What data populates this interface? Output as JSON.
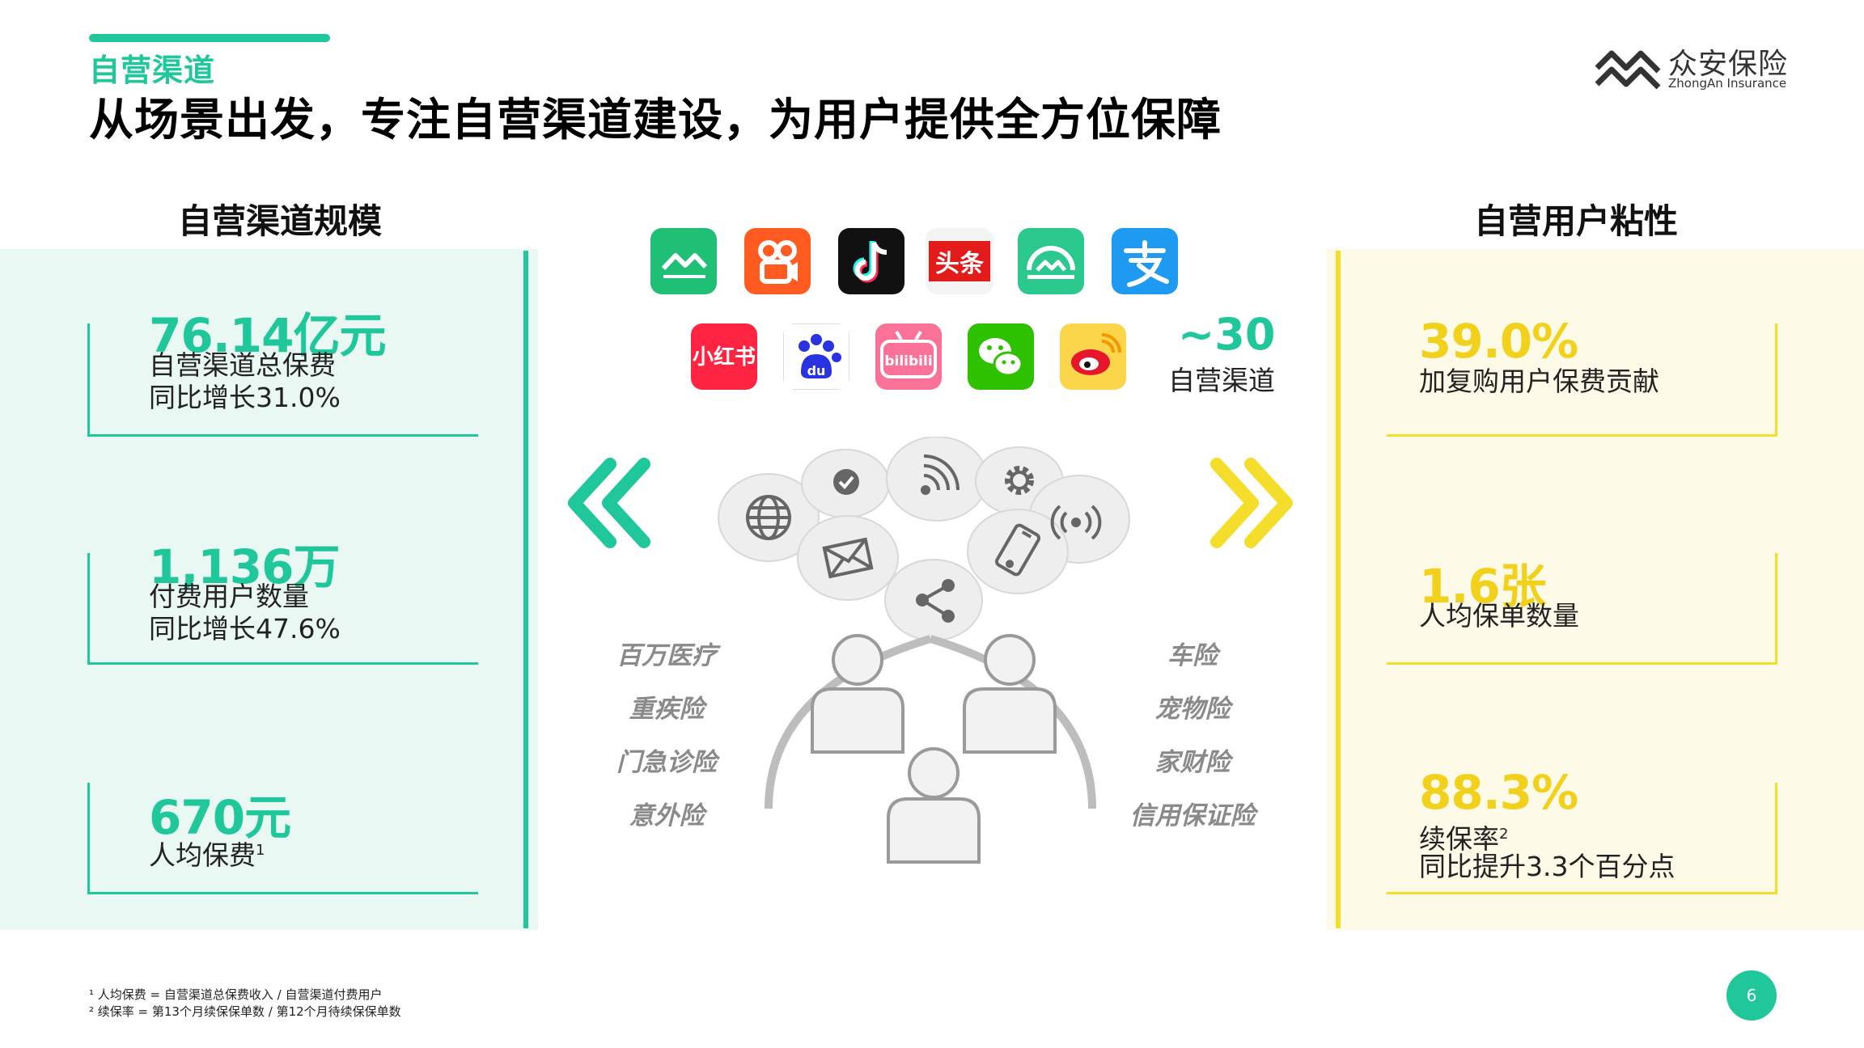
{
  "header": {
    "section_tag": "自营渠道",
    "title": "从场景出发，专注自营渠道建设，为用户提供全方位保障"
  },
  "logo": {
    "name_zh": "众安保险",
    "name_en": "ZhongAn Insurance"
  },
  "left": {
    "heading": "自营渠道规模",
    "stats": [
      {
        "value": "76.14亿元",
        "label1": "自营渠道总保费",
        "label2": "同比增长31.0%"
      },
      {
        "value": "1,136万",
        "label1": "付费用户数量",
        "label2": "同比增长47.6%"
      },
      {
        "value": "670元",
        "label1": "人均保费",
        "sup": "1"
      }
    ]
  },
  "right": {
    "heading": "自营用户粘性",
    "stats": [
      {
        "value": "39.0%",
        "label1": "加复购用户保费贡献"
      },
      {
        "value": "1.6张",
        "label1": "人均保单数量"
      },
      {
        "value": "88.3%",
        "label1": "续保率",
        "sup": "2",
        "label2": "同比提升3.3个百分点"
      }
    ]
  },
  "center": {
    "channel_count": "~30",
    "channel_label": "自营渠道",
    "apps": [
      "zhongan-app",
      "kuaishou",
      "douyin",
      "toutiao",
      "zhongan-health",
      "alipay",
      "xiaohongshu",
      "baidu",
      "bilibili",
      "wechat",
      "weibo"
    ],
    "app_text": {
      "toutiao": "头条",
      "xiaohongshu": "小红书",
      "baidu": "du",
      "bilibili": "bilibili"
    },
    "products_left": [
      "百万医疗",
      "重疾险",
      "门急诊险",
      "意外险"
    ],
    "products_right": [
      "车险",
      "宠物险",
      "家财险",
      "信用保证险"
    ]
  },
  "footnotes": [
    "¹ 人均保费 = 自营渠道总保费收入 / 自营渠道付费用户",
    "² 续保率 = 第13个月续保保单数 / 第12个月待续保保单数"
  ],
  "page_number": "6",
  "colors": {
    "green": "#1fc79a",
    "yellow": "#f5dd2b",
    "panel_green": "#e9f8f3",
    "panel_yellow": "#fdfbe8"
  }
}
